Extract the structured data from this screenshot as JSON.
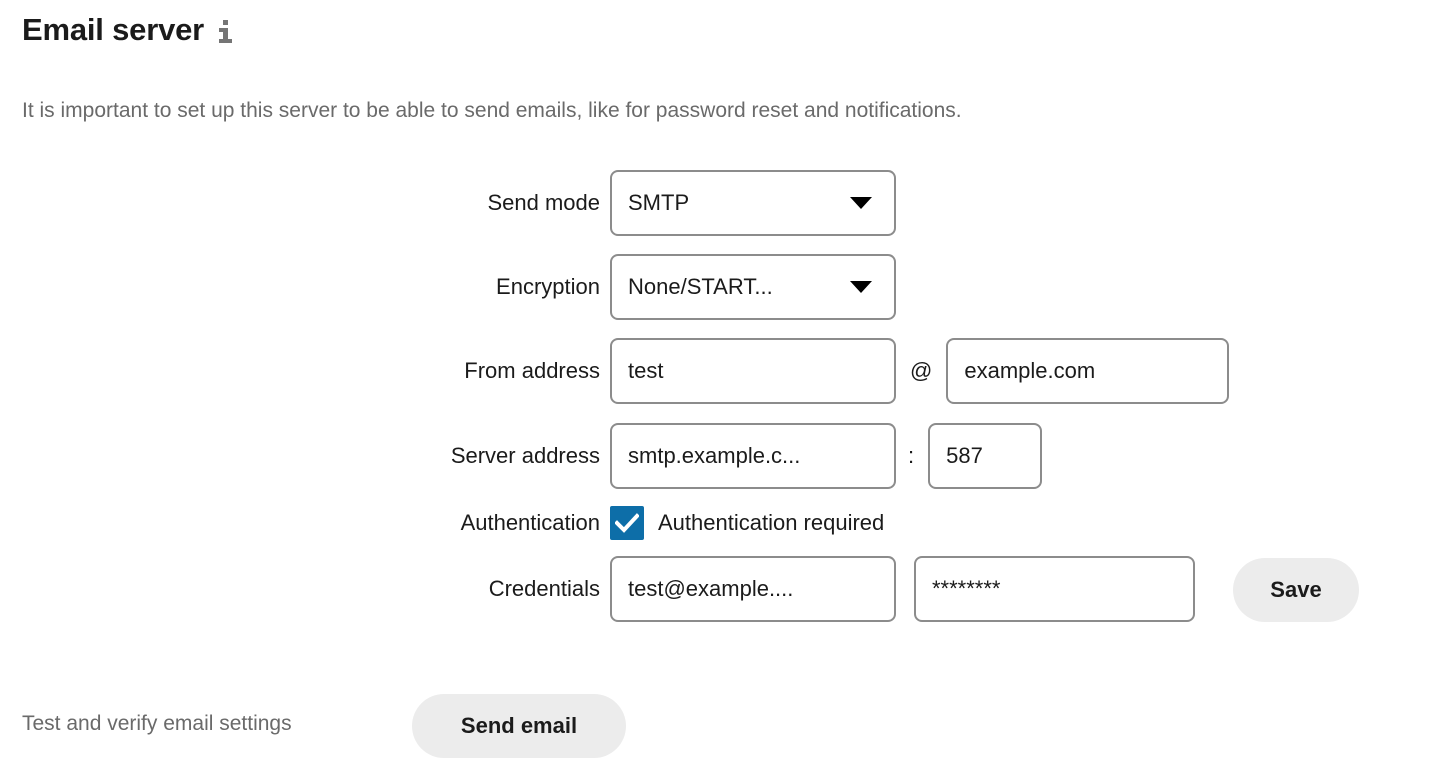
{
  "header": {
    "title": "Email server",
    "info_icon": "info-icon",
    "description": "It is important to set up this server to be able to send emails, like for password reset and notifications."
  },
  "form": {
    "send_mode": {
      "label": "Send mode",
      "value": "SMTP"
    },
    "encryption": {
      "label": "Encryption",
      "value": "None/START..."
    },
    "from_address": {
      "label": "From address",
      "user": "test",
      "at": "@",
      "domain": "example.com"
    },
    "server_address": {
      "label": "Server address",
      "host": "smtp.example.c...",
      "colon": ":",
      "port": "587"
    },
    "authentication": {
      "label": "Authentication",
      "checkbox_label": "Authentication required",
      "checked": true
    },
    "credentials": {
      "label": "Credentials",
      "username": "test@example....",
      "password": "********"
    }
  },
  "actions": {
    "save_label": "Save",
    "send_email_label": "Send email",
    "test_label": "Test and verify email settings"
  },
  "colors": {
    "accent": "#0d6ea8",
    "field_border": "#8c8c8c",
    "button_bg": "#ececec",
    "muted_text": "#6a6a6a",
    "text": "#1b1b1b"
  }
}
